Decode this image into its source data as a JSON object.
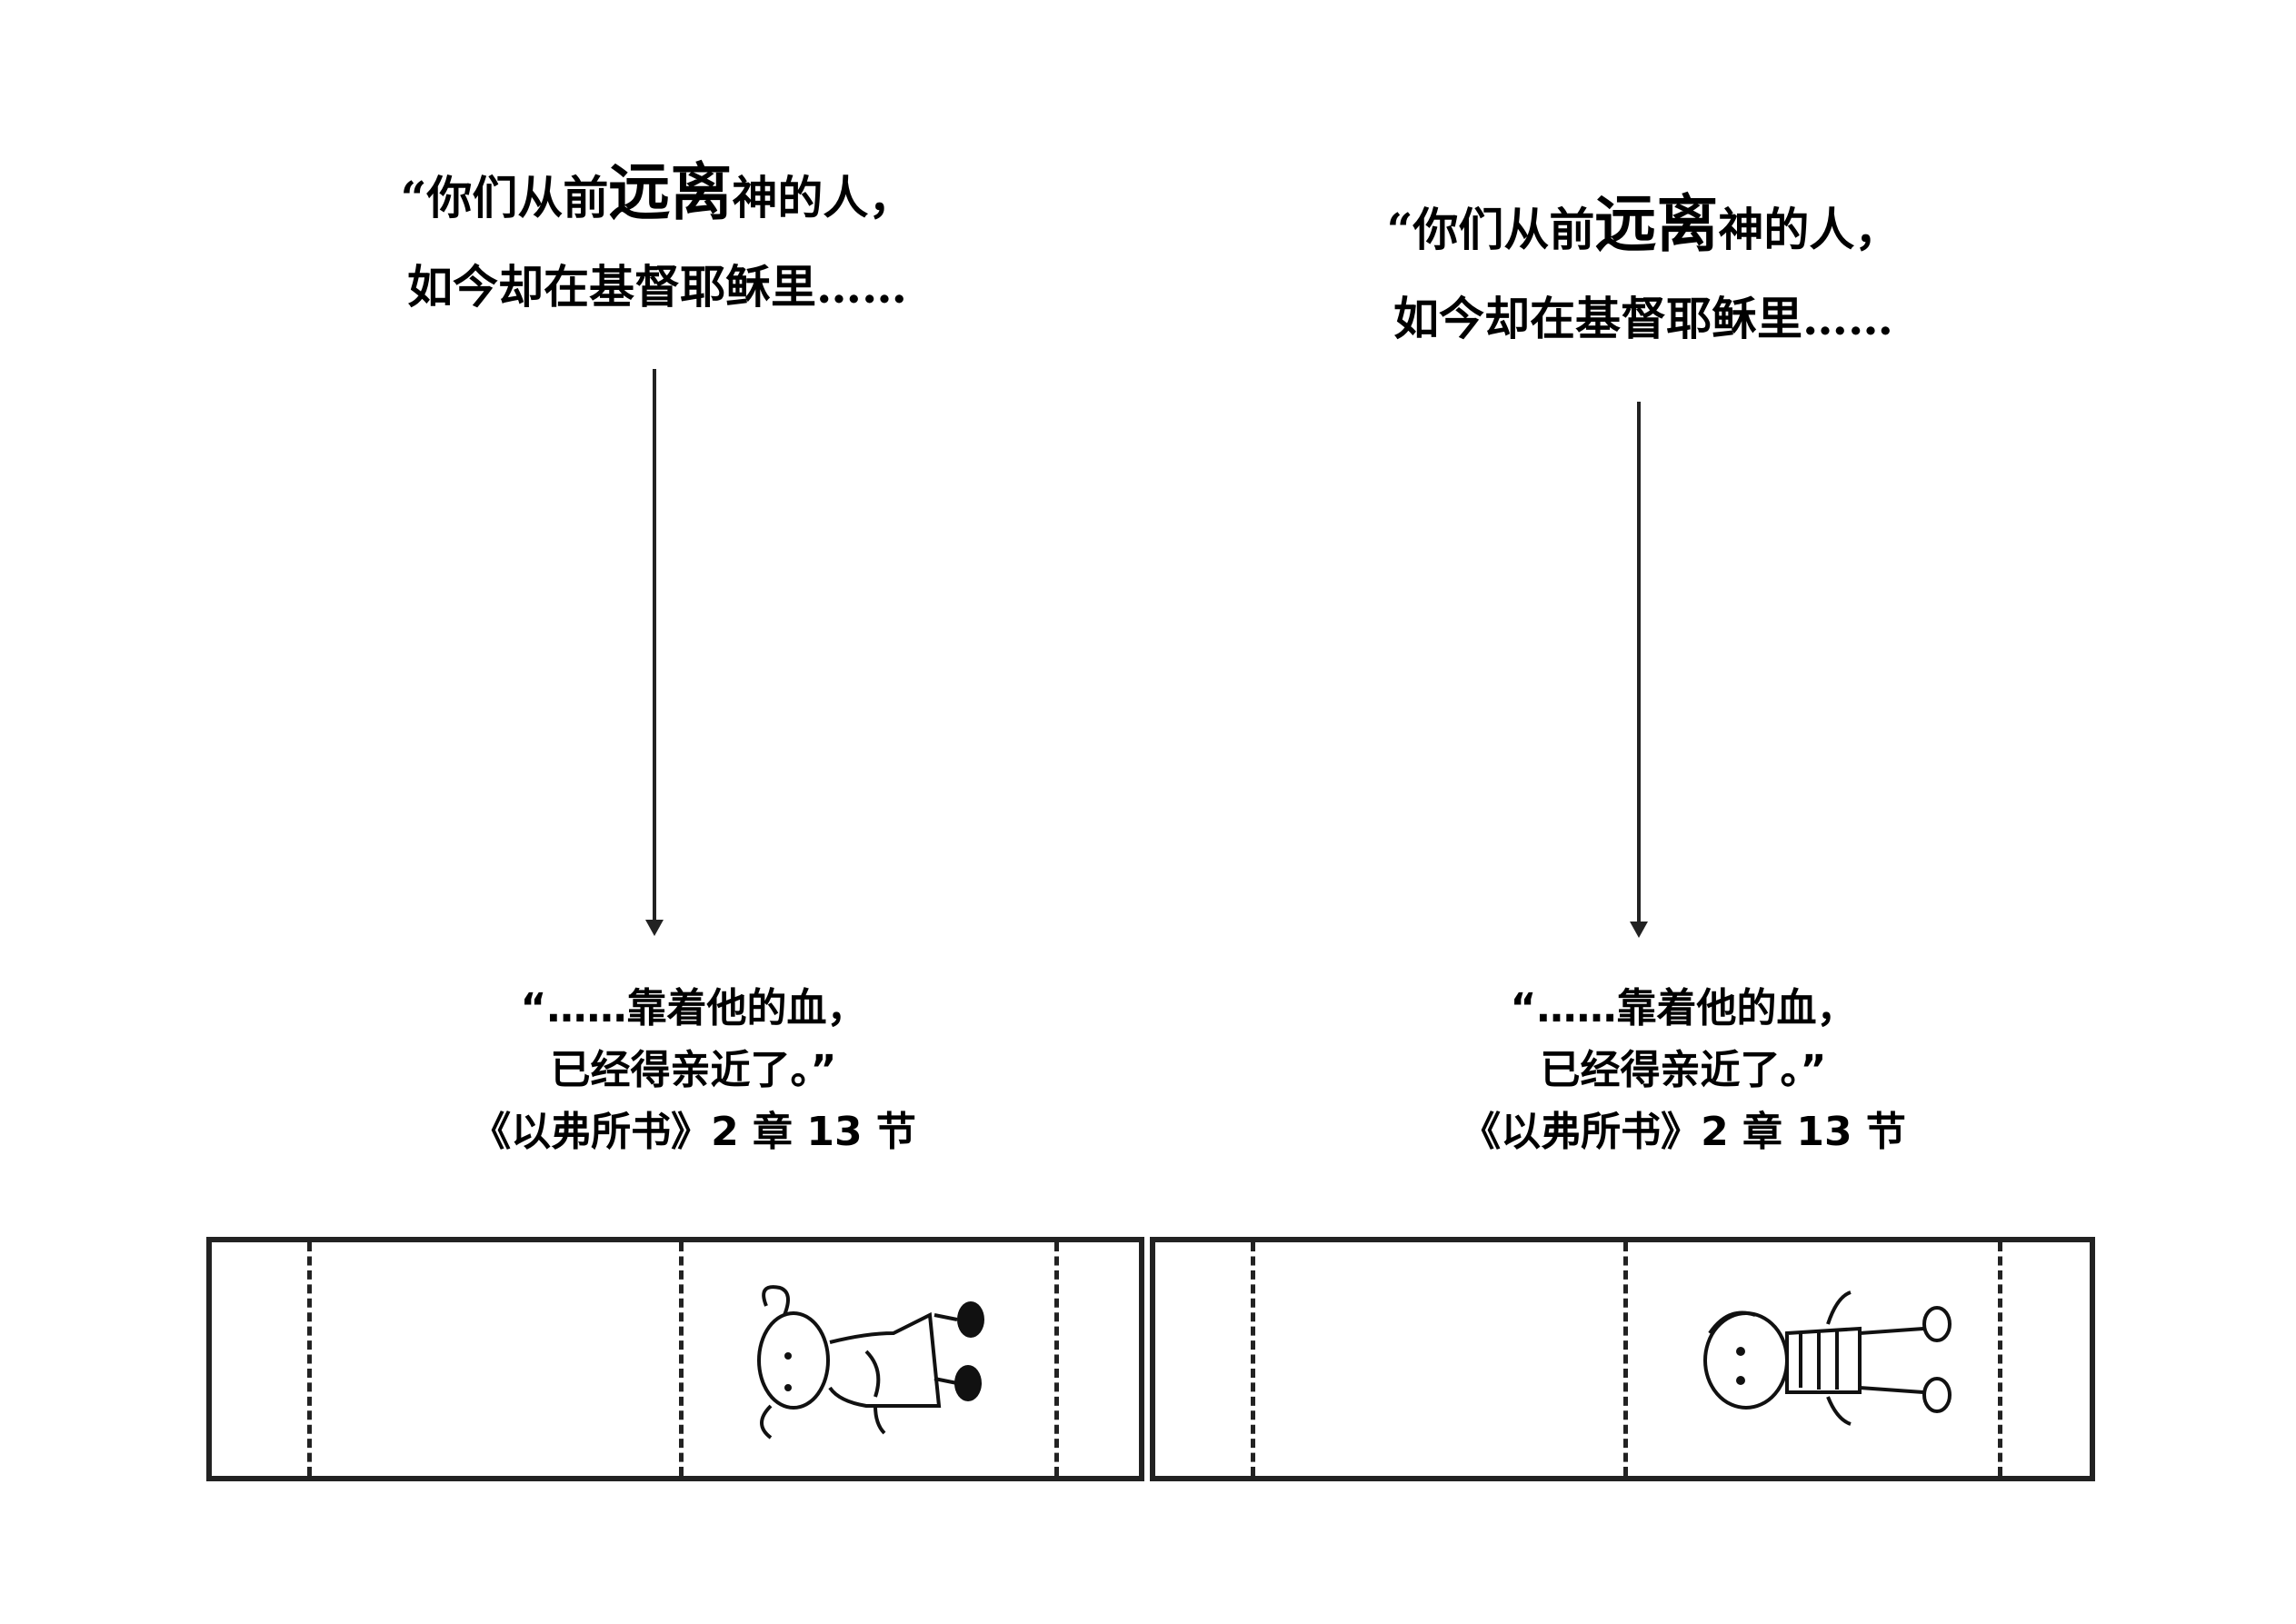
{
  "panels": [
    {
      "top_line1_pre": "“你们从前",
      "top_big": "远离",
      "top_line1_post": "神的人，",
      "top_line2": "如今却在基督耶稣里……",
      "bottom_line1": "“……靠着他的血，",
      "bottom_line2": "已经得亲近了。”",
      "reference": "《以弗所书》2 章 13 节",
      "figure": "girl"
    },
    {
      "top_line1_pre": "“你们从前",
      "top_big": "远离",
      "top_line1_post": "神的人，",
      "top_line2": "如今却在基督耶稣里……",
      "bottom_line1": "“……靠着他的血，",
      "bottom_line2": "已经得亲近了。”",
      "reference": "《以弗所书》2 章 13 节",
      "figure": "boy"
    }
  ]
}
